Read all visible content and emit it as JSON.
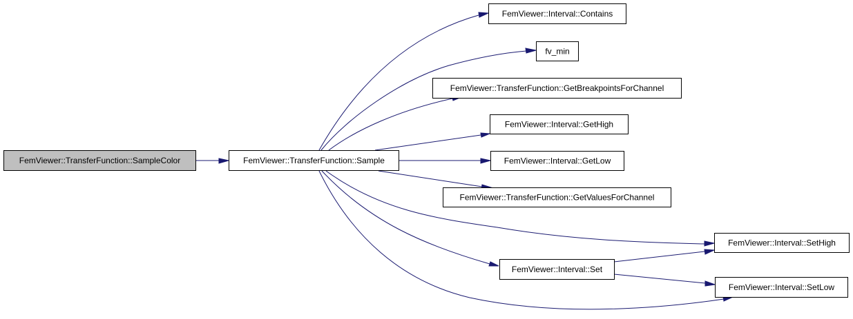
{
  "graph": {
    "nodes": [
      {
        "id": "sampleColor",
        "label": "FemViewer::TransferFunction::SampleColor",
        "root": true
      },
      {
        "id": "sample",
        "label": "FemViewer::TransferFunction::Sample"
      },
      {
        "id": "contains",
        "label": "FemViewer::Interval::Contains"
      },
      {
        "id": "fvMin",
        "label": "fv_min"
      },
      {
        "id": "getBreakpoints",
        "label": "FemViewer::TransferFunction::GetBreakpointsForChannel"
      },
      {
        "id": "getHigh",
        "label": "FemViewer::Interval::GetHigh"
      },
      {
        "id": "getLow",
        "label": "FemViewer::Interval::GetLow"
      },
      {
        "id": "getValues",
        "label": "FemViewer::TransferFunction::GetValuesForChannel"
      },
      {
        "id": "setHigh",
        "label": "FemViewer::Interval::SetHigh"
      },
      {
        "id": "set",
        "label": "FemViewer::Interval::Set"
      },
      {
        "id": "setLow",
        "label": "FemViewer::Interval::SetLow"
      }
    ],
    "edges": [
      {
        "from": "sampleColor",
        "to": "sample"
      },
      {
        "from": "sample",
        "to": "contains"
      },
      {
        "from": "sample",
        "to": "fvMin"
      },
      {
        "from": "sample",
        "to": "getBreakpoints"
      },
      {
        "from": "sample",
        "to": "getHigh"
      },
      {
        "from": "sample",
        "to": "getLow"
      },
      {
        "from": "sample",
        "to": "getValues"
      },
      {
        "from": "sample",
        "to": "setHigh"
      },
      {
        "from": "sample",
        "to": "set"
      },
      {
        "from": "sample",
        "to": "setLow"
      },
      {
        "from": "set",
        "to": "setHigh"
      },
      {
        "from": "set",
        "to": "setLow"
      }
    ],
    "colors": {
      "edge": "#191970",
      "root_fill": "#bfbfbf",
      "node_fill": "#ffffff",
      "node_border": "#000000"
    }
  }
}
